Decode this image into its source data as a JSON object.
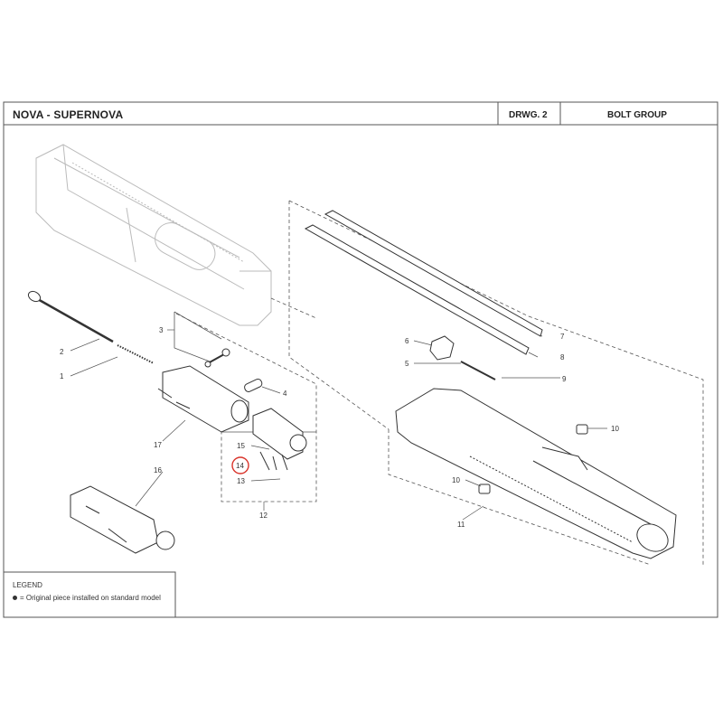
{
  "header": {
    "title": "NOVA - SUPERNOVA",
    "drawing": "DRWG. 2",
    "group": "BOLT GROUP"
  },
  "legend": {
    "title": "LEGEND",
    "symbol": "=",
    "text": "Original piece installed on standard model"
  },
  "callouts": {
    "c1": "1",
    "c2": "2",
    "c3": "3",
    "c4": "4",
    "c5": "5",
    "c6": "6",
    "c7": "7",
    "c8": "8",
    "c9": "9",
    "c10a": "10",
    "c10b": "10",
    "c11": "11",
    "c12": "12",
    "c13": "13",
    "c14": "14",
    "c15": "15",
    "c16": "16",
    "c17": "17"
  },
  "highlight_color": "#d9342b"
}
